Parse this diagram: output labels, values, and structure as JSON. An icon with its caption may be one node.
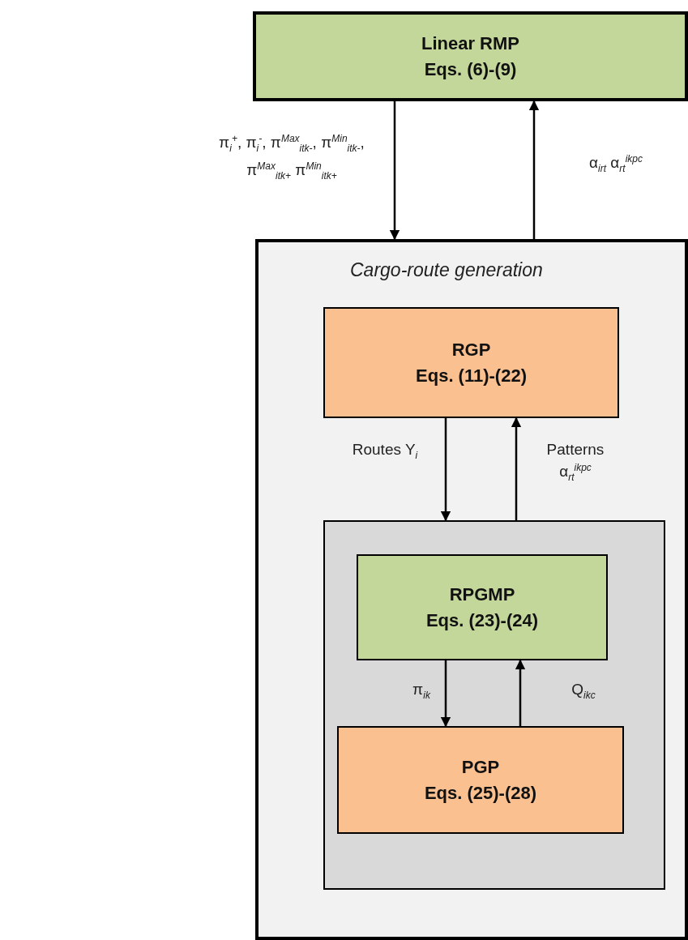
{
  "diagram": {
    "nodes": [
      {
        "text": [
          "Linear RMP",
          "Eqs. (6)-(9)"
        ]
      },
      {
        "text": [
          "Cargo-route generation"
        ]
      },
      {
        "text": [
          "RGP",
          "Eqs. (11)-(22)"
        ],
        "in": 1
      },
      {
        "text": [],
        "shape": "box",
        "in": 1
      },
      {
        "text": [
          "RPGMP",
          "Eqs. (23)-(24)"
        ],
        "in": 3
      },
      {
        "text": [
          "PGP",
          "Eqs. (25)-(28)"
        ],
        "in": 3
      }
    ],
    "edges": [
      {
        "from": 0,
        "to": 1,
        "arrow": "to",
        "label": "π$_{i}$$^{+}$, π$_{i}$$^{-}$, π$^{Max}$$_{itk-}$, π$^{Min}$$_{itk-}$, π$^{Max}$$_{itk+}$ π$^{Min}$$_{itk+}$"
      },
      {
        "from": 1,
        "to": 0,
        "arrow": "to",
        "label": "α$_{irt}$ α$_{rt}$$^{ikpc}$"
      },
      {
        "from": 2,
        "to": 3,
        "arrow": "to",
        "label": "Routes Y$_{i}$"
      },
      {
        "from": 3,
        "to": 2,
        "arrow": "to",
        "label": "Patterns α$_{rt}$$^{ikpc}$"
      },
      {
        "from": 4,
        "to": 5,
        "arrow": "to",
        "label": "π$_{ik}$"
      },
      {
        "from": 5,
        "to": 4,
        "arrow": "to",
        "label": "Q$_{ikc}$"
      }
    ]
  }
}
